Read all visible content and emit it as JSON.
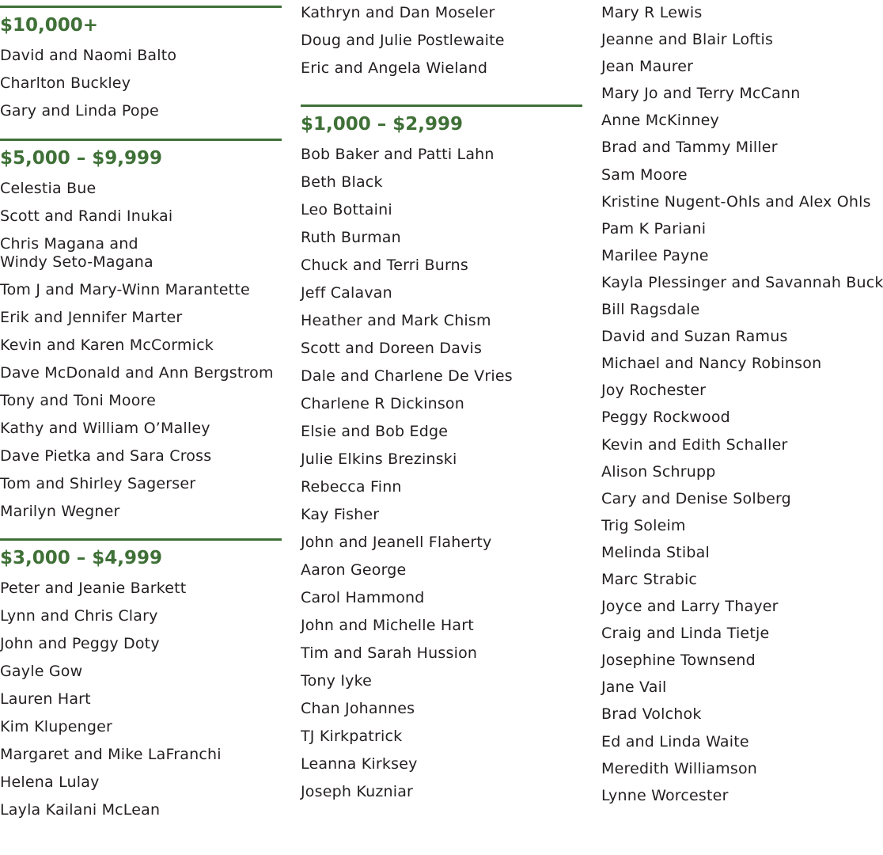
{
  "columns": [
    {
      "sections": [
        {
          "heading": "$10,000+",
          "names": [
            "David and Naomi Balto",
            "Charlton Buckley",
            "Gary and Linda Pope"
          ]
        },
        {
          "heading": "$5,000 – $9,999",
          "names": [
            "Celestia Bue",
            "Scott and Randi Inukai",
            "Chris Magana and\nWindy Seto-Magana",
            "Tom J and Mary-Winn Marantette",
            "Erik and Jennifer Marter",
            "Kevin and Karen McCormick",
            "Dave McDonald and Ann Bergstrom",
            "Tony and Toni Moore",
            "Kathy and William O’Malley",
            "Dave Pietka and Sara Cross",
            "Tom and Shirley Sagerser",
            "Marilyn Wegner"
          ]
        },
        {
          "heading": "$3,000 – $4,999",
          "names": [
            "Peter and Jeanie Barkett",
            "Lynn and Chris Clary",
            "John and Peggy Doty",
            "Gayle Gow",
            "Lauren Hart",
            "Kim Klupenger",
            "Margaret and Mike LaFranchi",
            "Helena Lulay",
            "Layla Kailani McLean"
          ]
        }
      ]
    },
    {
      "continued_names": [
        "Kathryn and Dan Moseler",
        "Doug and Julie Postlewaite",
        "Eric and Angela Wieland"
      ],
      "sections": [
        {
          "heading": "$1,000 – $2,999",
          "names": [
            "Bob Baker and Patti Lahn",
            "Beth Black",
            "Leo Bottaini",
            "Ruth Burman",
            "Chuck and Terri Burns",
            "Jeff Calavan",
            "Heather and Mark Chism",
            "Scott and Doreen Davis",
            "Dale and Charlene De Vries",
            "Charlene R Dickinson",
            "Elsie and Bob Edge",
            "Julie Elkins Brezinski",
            "Rebecca Finn",
            "Kay Fisher",
            "John and Jeanell Flaherty",
            "Aaron George",
            "Carol Hammond",
            "John and Michelle Hart",
            "Tim and Sarah Hussion",
            "Tony Iyke",
            "Chan Johannes",
            "TJ Kirkpatrick",
            "Leanna Kirksey",
            "Joseph Kuzniar"
          ]
        }
      ]
    },
    {
      "continued_names": [
        "Mary R Lewis",
        "Jeanne and Blair Loftis",
        "Jean Maurer",
        "Mary Jo and Terry McCann",
        "Anne McKinney",
        "Brad and Tammy Miller",
        "Sam Moore",
        "Kristine Nugent-Ohls and Alex Ohls",
        "Pam K Pariani",
        "Marilee Payne",
        "Kayla Plessinger and Savannah Buck",
        "Bill Ragsdale",
        "David and Suzan Ramus",
        "Michael and Nancy Robinson",
        "Joy Rochester",
        "Peggy Rockwood",
        "Kevin and Edith Schaller",
        "Alison Schrupp",
        "Cary and Denise Solberg",
        "Trig Soleim",
        "Melinda Stibal",
        "Marc Strabic",
        "Joyce and Larry Thayer",
        "Craig and Linda Tietje",
        "Josephine Townsend",
        "Jane Vail",
        "Brad Volchok",
        "Ed and Linda Waite",
        "Meredith Williamson",
        "Lynne Worcester"
      ]
    }
  ],
  "colors": {
    "accent": "#3f7037",
    "text": "#231f20"
  }
}
